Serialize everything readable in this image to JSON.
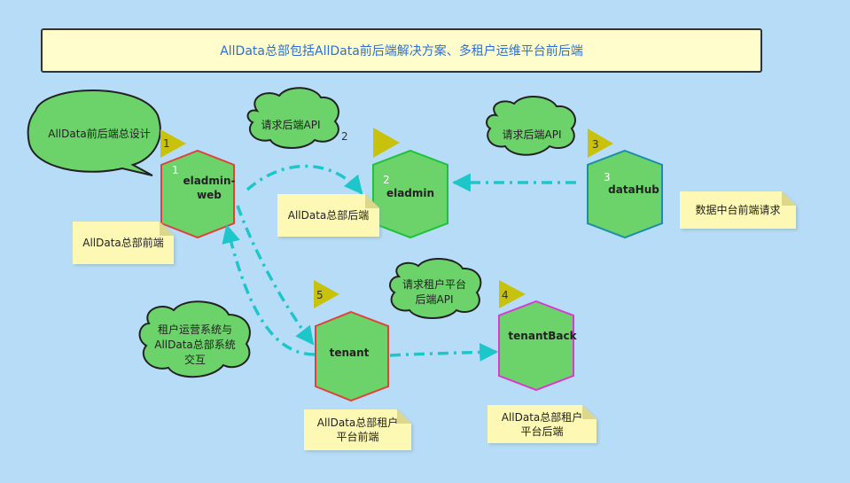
{
  "title": "AllData总部包括AllData前后端解决方案、多租户运维平台前后端",
  "speech_bubble": "AllData前后端总设计",
  "nodes": {
    "eladmin_web": {
      "line1": "eladmin-",
      "line2": "web",
      "num": "1",
      "flag": "1"
    },
    "eladmin": {
      "label": "eladmin",
      "num": "2"
    },
    "datahub": {
      "label": "dataHub",
      "num": "3",
      "flag": "3"
    },
    "tenant": {
      "label": "tenant",
      "flag": "5"
    },
    "tenantback": {
      "label": "tenantBack",
      "flag": "4"
    }
  },
  "clouds": {
    "api_request_1": "请求后端API",
    "api_request_2": "请求后端API",
    "tenant_api_line1": "请求租户平台",
    "tenant_api_line2": "后端API",
    "ops_line1": "租户运营系统与",
    "ops_line2": "AllData总部系统",
    "ops_line3": "交互"
  },
  "floating_number": "2",
  "notes": {
    "frontend": "AllData总部前端",
    "backend": "AllData总部后端",
    "datahub_request": "数据中台前端请求",
    "tenant_frontend_line1": "AllData总部租户",
    "tenant_frontend_line2": "平台前端",
    "tenant_backend_line1": "AllData总部租户",
    "tenant_backend_line2": "平台后端"
  },
  "colors": {
    "background": "#b7dcf7",
    "node_fill": "#6cd26a",
    "arrow": "#1dc7c9",
    "note_fill": "#fdf9b5",
    "flag": "#c9c20c"
  }
}
